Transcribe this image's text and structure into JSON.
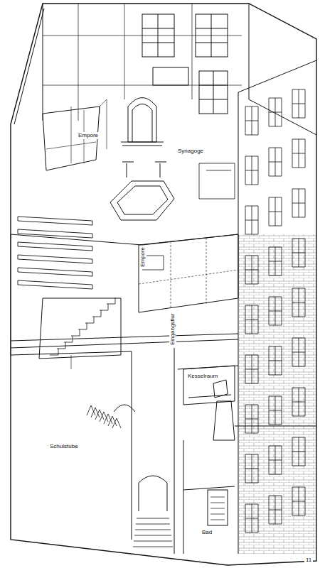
{
  "diagram": {
    "labels": [
      "Empore",
      "Synagoge",
      "Empore",
      "Eingangsflur",
      "Kesselraum",
      "Schulstube",
      "Bad",
      "11"
    ]
  }
}
